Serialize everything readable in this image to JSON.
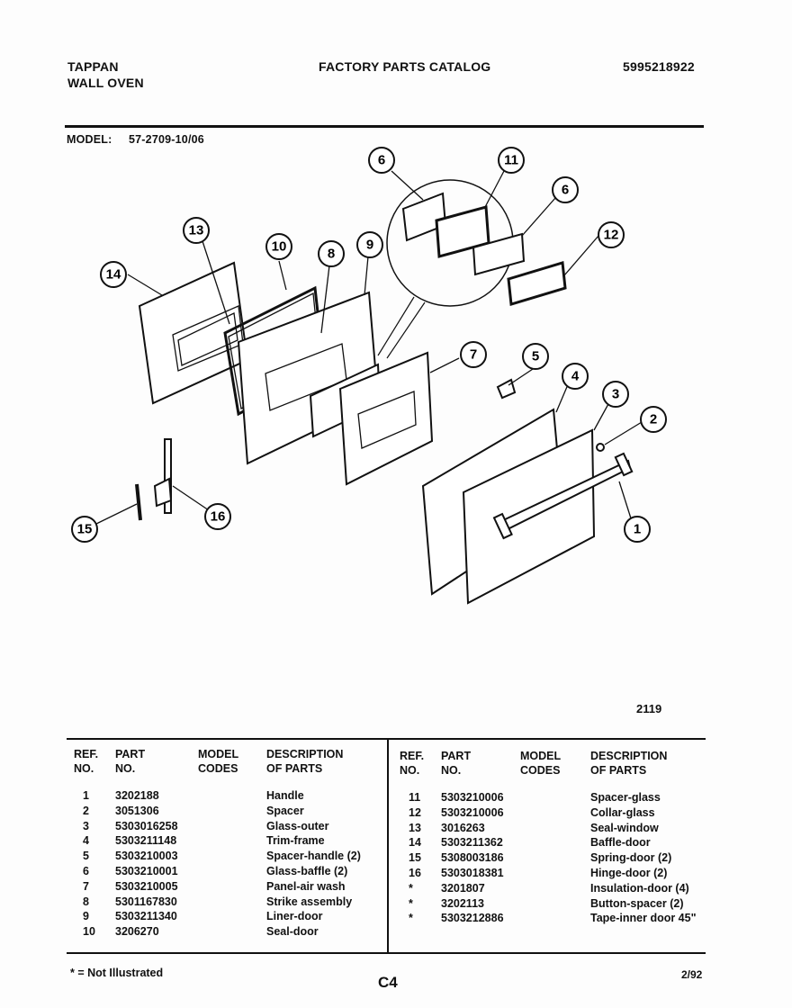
{
  "header": {
    "brand": "TAPPAN",
    "product": "WALL OVEN",
    "catalog_title": "FACTORY PARTS CATALOG",
    "catalog_number": "5995218922",
    "model_label": "MODEL:",
    "model_number": "57-2709-10/06"
  },
  "diagram": {
    "figure_number": "2119",
    "callouts": [
      "1",
      "2",
      "3",
      "4",
      "5",
      "6",
      "6",
      "7",
      "8",
      "9",
      "10",
      "11",
      "12",
      "13",
      "14",
      "15",
      "16"
    ]
  },
  "table": {
    "headers": {
      "ref_no": [
        "REF.",
        "NO."
      ],
      "part_no": [
        "PART",
        "NO."
      ],
      "model_codes": [
        "MODEL",
        "CODES"
      ],
      "description": [
        "DESCRIPTION",
        "OF PARTS"
      ]
    },
    "left_rows": [
      {
        "ref": "1",
        "part": "3202188",
        "model": "",
        "desc": "Handle"
      },
      {
        "ref": "2",
        "part": "3051306",
        "model": "",
        "desc": "Spacer"
      },
      {
        "ref": "3",
        "part": "5303016258",
        "model": "",
        "desc": "Glass-outer"
      },
      {
        "ref": "4",
        "part": "5303211148",
        "model": "",
        "desc": "Trim-frame"
      },
      {
        "ref": "5",
        "part": "5303210003",
        "model": "",
        "desc": "Spacer-handle (2)"
      },
      {
        "ref": "6",
        "part": "5303210001",
        "model": "",
        "desc": "Glass-baffle (2)"
      },
      {
        "ref": "7",
        "part": "5303210005",
        "model": "",
        "desc": "Panel-air wash"
      },
      {
        "ref": "8",
        "part": "5301167830",
        "model": "",
        "desc": "Strike assembly"
      },
      {
        "ref": "9",
        "part": "5303211340",
        "model": "",
        "desc": "Liner-door"
      },
      {
        "ref": "10",
        "part": "3206270",
        "model": "",
        "desc": "Seal-door"
      }
    ],
    "right_rows": [
      {
        "ref": "11",
        "part": "5303210006",
        "model": "",
        "desc": "Spacer-glass"
      },
      {
        "ref": "12",
        "part": "5303210006",
        "model": "",
        "desc": "Collar-glass"
      },
      {
        "ref": "13",
        "part": "3016263",
        "model": "",
        "desc": "Seal-window"
      },
      {
        "ref": "14",
        "part": "5303211362",
        "model": "",
        "desc": "Baffle-door"
      },
      {
        "ref": "15",
        "part": "5308003186",
        "model": "",
        "desc": "Spring-door (2)"
      },
      {
        "ref": "16",
        "part": "5303018381",
        "model": "",
        "desc": "Hinge-door (2)"
      },
      {
        "ref": "*",
        "part": "3201807",
        "model": "",
        "desc": "Insulation-door (4)"
      },
      {
        "ref": "*",
        "part": "3202113",
        "model": "",
        "desc": "Button-spacer (2)"
      },
      {
        "ref": "*",
        "part": "5303212886",
        "model": "",
        "desc": "Tape-inner door 45\""
      }
    ]
  },
  "footer": {
    "note": "* = Not Illustrated",
    "page_code": "C4",
    "date": "2/92"
  }
}
